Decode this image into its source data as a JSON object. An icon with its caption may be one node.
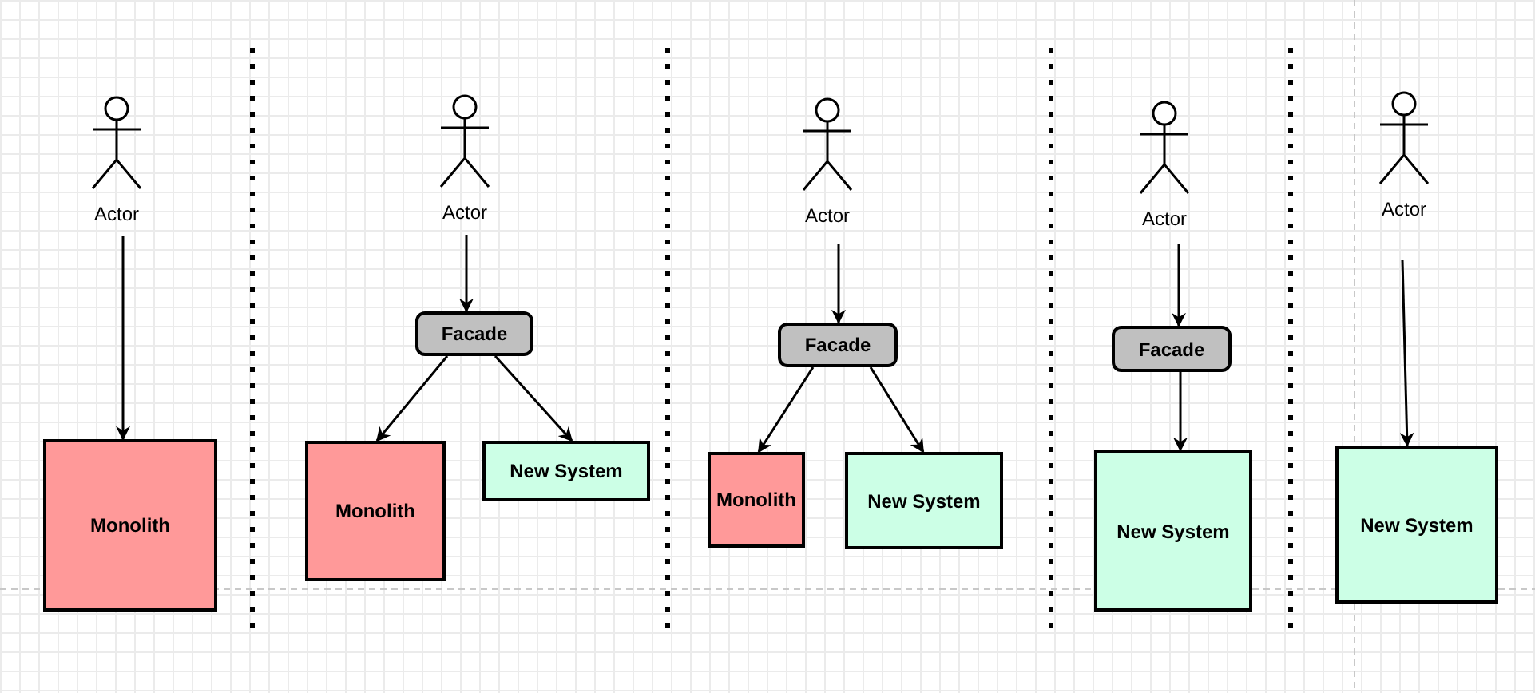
{
  "diagram": {
    "nodes": [
      {
        "text": [
          "Actor"
        ]
      },
      {
        "text": [
          "Monolith"
        ]
      },
      {
        "text": [
          "Actor"
        ]
      },
      {
        "text": [
          "Facade"
        ]
      },
      {
        "text": [
          "Monolith"
        ]
      },
      {
        "text": [
          "New System"
        ]
      },
      {
        "text": [
          "Actor"
        ]
      },
      {
        "text": [
          "Facade"
        ]
      },
      {
        "text": [
          "Monolith"
        ]
      },
      {
        "text": [
          "New System"
        ]
      },
      {
        "text": [
          "Actor"
        ]
      },
      {
        "text": [
          "Facade"
        ]
      },
      {
        "text": [
          "New System"
        ]
      },
      {
        "text": [
          "Actor"
        ]
      },
      {
        "text": [
          "New System"
        ]
      }
    ],
    "edges": [
      {
        "from": 0,
        "to": 1,
        "arrow": "to"
      },
      {
        "from": 2,
        "to": 3,
        "arrow": "to"
      },
      {
        "from": 3,
        "to": 4,
        "arrow": "to"
      },
      {
        "from": 3,
        "to": 5,
        "arrow": "to"
      },
      {
        "from": 6,
        "to": 7,
        "arrow": "to"
      },
      {
        "from": 7,
        "to": 8,
        "arrow": "to"
      },
      {
        "from": 7,
        "to": 9,
        "arrow": "to"
      },
      {
        "from": 10,
        "to": 11,
        "arrow": "to"
      },
      {
        "from": 11,
        "to": 12,
        "arrow": "to"
      },
      {
        "from": 13,
        "to": 14,
        "arrow": "to"
      }
    ]
  }
}
